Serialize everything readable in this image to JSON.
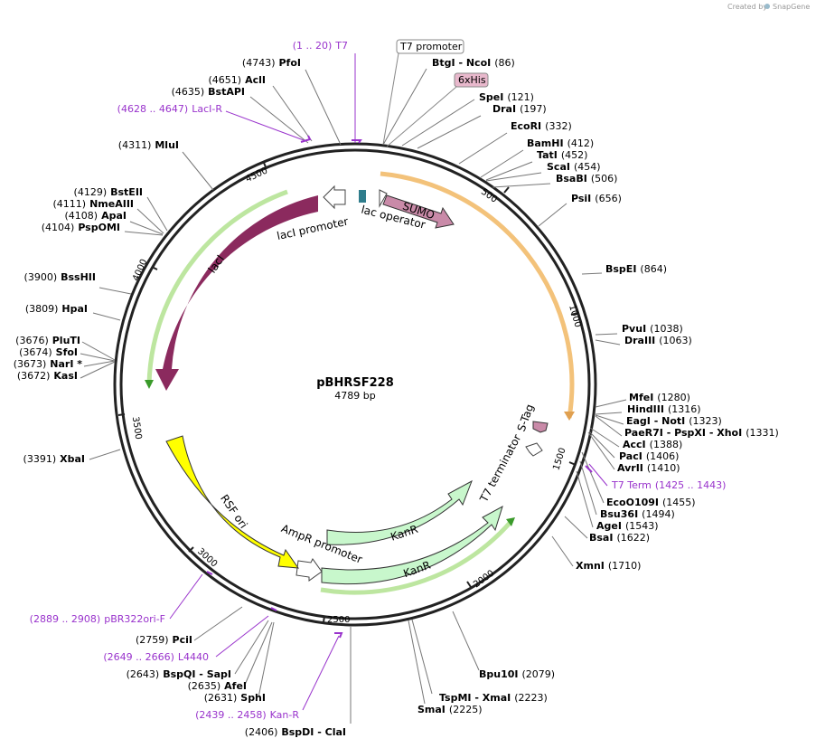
{
  "credit": {
    "prefix": "Created by",
    "brand": "SnapGene"
  },
  "plasmid": {
    "name": "pBHRSF228",
    "length": "4789 bp"
  },
  "ticks": [
    "500",
    "1000",
    "1500",
    "2000",
    "2500",
    "3000",
    "3500",
    "4000",
    "4500"
  ],
  "features": {
    "lacI_promoter": "lacI promoter",
    "lac_operator": "lac operator",
    "sumo": "SUMO",
    "laci": "lacI",
    "s_tag": "S-Tag",
    "t7_terminator": "T7 terminator",
    "kanr1": "KanR",
    "kanr2": "KanR",
    "ampr_promoter": "AmpR promoter",
    "rsf_ori": "RSF ori",
    "t7_promoter_box": "T7 promoter",
    "his_box": "6xHis"
  },
  "labels": [
    {
      "id": "t7-primer",
      "primer": true,
      "pos": "(1 .. 20)",
      "name": "T7"
    },
    {
      "id": "pfoi",
      "pos": "(4743)",
      "name": "PfoI"
    },
    {
      "id": "btgi-ncoi",
      "pos": "(86)",
      "name": "BtgI",
      "name2": "NcoI",
      "after": true
    },
    {
      "id": "acli",
      "pos": "(4651)",
      "name": "AclI"
    },
    {
      "id": "bstapi",
      "pos": "(4635)",
      "name": "BstAPI"
    },
    {
      "id": "laci-r",
      "primer": true,
      "pos": "(4628 .. 4647)",
      "name": "LacI-R"
    },
    {
      "id": "spei",
      "pos": "(121)",
      "name": "SpeI",
      "after": true
    },
    {
      "id": "drai",
      "pos": "(197)",
      "name": "DraI",
      "after": true
    },
    {
      "id": "ecori",
      "pos": "(332)",
      "name": "EcoRI",
      "after": true
    },
    {
      "id": "mlui",
      "pos": "(4311)",
      "name": "MluI"
    },
    {
      "id": "bamhi",
      "pos": "(412)",
      "name": "BamHI",
      "after": true
    },
    {
      "id": "tati",
      "pos": "(452)",
      "name": "TatI",
      "after": true
    },
    {
      "id": "scai",
      "pos": "(454)",
      "name": "ScaI",
      "after": true
    },
    {
      "id": "bsabi",
      "pos": "(506)",
      "name": "BsaBI",
      "after": true
    },
    {
      "id": "bsteii",
      "pos": "(4129)",
      "name": "BstEII"
    },
    {
      "id": "psii",
      "pos": "(656)",
      "name": "PsiI",
      "after": true
    },
    {
      "id": "nmeaiii",
      "pos": "(4111)",
      "name": "NmeAIII"
    },
    {
      "id": "apai",
      "pos": "(4108)",
      "name": "ApaI"
    },
    {
      "id": "pspomi",
      "pos": "(4104)",
      "name": "PspOMI"
    },
    {
      "id": "bspei",
      "pos": "(864)",
      "name": "BspEI",
      "after": true
    },
    {
      "id": "bsshii",
      "pos": "(3900)",
      "name": "BssHII"
    },
    {
      "id": "hpai",
      "pos": "(3809)",
      "name": "HpaI"
    },
    {
      "id": "pvui",
      "pos": "(1038)",
      "name": "PvuI",
      "after": true
    },
    {
      "id": "draiii",
      "pos": "(1063)",
      "name": "DraIII",
      "after": true
    },
    {
      "id": "pluti",
      "pos": "(3676)",
      "name": "PluTI"
    },
    {
      "id": "sfoi",
      "pos": "(3674)",
      "name": "SfoI"
    },
    {
      "id": "nari",
      "pos": "(3673)",
      "name": "NarI *"
    },
    {
      "id": "kasi",
      "pos": "(3672)",
      "name": "KasI"
    },
    {
      "id": "mfei",
      "pos": "(1280)",
      "name": "MfeI",
      "after": true
    },
    {
      "id": "hindiii",
      "pos": "(1316)",
      "name": "HindIII",
      "after": true
    },
    {
      "id": "eagi-noti",
      "pos": "(1323)",
      "name": "EagI",
      "name2": "NotI",
      "after": true
    },
    {
      "id": "paer7i",
      "pos": "(1331)",
      "name": "PaeR7I",
      "name2": "PspXI",
      "name3": "XhoI",
      "after": true
    },
    {
      "id": "xbai",
      "pos": "(3391)",
      "name": "XbaI"
    },
    {
      "id": "acci",
      "pos": "(1388)",
      "name": "AccI",
      "after": true
    },
    {
      "id": "paci",
      "pos": "(1406)",
      "name": "PacI",
      "after": true
    },
    {
      "id": "avrii",
      "pos": "(1410)",
      "name": "AvrII",
      "after": true
    },
    {
      "id": "t7-term",
      "primer": true,
      "pos": "(1425 .. 1443)",
      "name": "T7 Term",
      "after": true
    },
    {
      "id": "ecoo109i",
      "pos": "(1455)",
      "name": "EcoO109I",
      "after": true
    },
    {
      "id": "bsu36i",
      "pos": "(1494)",
      "name": "Bsu36I",
      "after": true
    },
    {
      "id": "agei",
      "pos": "(1543)",
      "name": "AgeI",
      "after": true
    },
    {
      "id": "bsai",
      "pos": "(1622)",
      "name": "BsaI",
      "after": true
    },
    {
      "id": "xmni",
      "pos": "(1710)",
      "name": "XmnI",
      "after": true
    },
    {
      "id": "pbr322ori-f",
      "primer": true,
      "pos": "(2889 .. 2908)",
      "name": "pBR322ori-F"
    },
    {
      "id": "pcii",
      "pos": "(2759)",
      "name": "PciI"
    },
    {
      "id": "l4440",
      "primer": true,
      "pos": "(2649 .. 2666)",
      "name": "L4440"
    },
    {
      "id": "bspqi-sapi",
      "pos": "(2643)",
      "name": "BspQI",
      "name2": "SapI"
    },
    {
      "id": "afei",
      "pos": "(2635)",
      "name": "AfeI"
    },
    {
      "id": "sphi",
      "pos": "(2631)",
      "name": "SphI"
    },
    {
      "id": "kan-r",
      "primer": true,
      "pos": "(2439 .. 2458)",
      "name": "Kan-R"
    },
    {
      "id": "bspdi-clai",
      "pos": "(2406)",
      "name": "BspDI",
      "name2": "ClaI"
    },
    {
      "id": "bpu10i",
      "pos": "(2079)",
      "name": "Bpu10I",
      "after": true
    },
    {
      "id": "tspmi-xmai",
      "pos": "(2223)",
      "name": "TspMI",
      "name2": "XmaI",
      "after": true
    },
    {
      "id": "smai",
      "pos": "(2225)",
      "name": "SmaI",
      "after": true
    }
  ]
}
